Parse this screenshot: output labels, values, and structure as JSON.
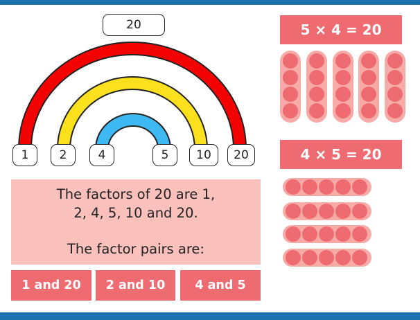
{
  "colors": {
    "banner_blue": "#1c73ad",
    "red_band": "#f40202",
    "yellow_band": "#fbe01e",
    "blue_band": "#3fb9f3",
    "accent_pink": "#ee6b72",
    "panel_pink": "#f9c0bc",
    "counter_pink": "#f7aaa6"
  },
  "rainbow": {
    "top_label": "20",
    "endpoints": [
      "1",
      "2",
      "4",
      "5",
      "10",
      "20"
    ]
  },
  "factors_panel": {
    "line1": "The factors of 20 are 1,",
    "line2": "2, 4, 5, 10 and 20.",
    "pairs_label": "The factor pairs are:"
  },
  "pairs": [
    "1 and 20",
    "2 and 10",
    "4 and 5"
  ],
  "equations": {
    "top": "5 × 4 = 20",
    "bottom": "4 × 5 = 20"
  },
  "arrays": {
    "top": {
      "groups": 5,
      "per_group": 4,
      "orientation": "vertical"
    },
    "bottom": {
      "groups": 4,
      "per_group": 5,
      "orientation": "horizontal"
    }
  }
}
